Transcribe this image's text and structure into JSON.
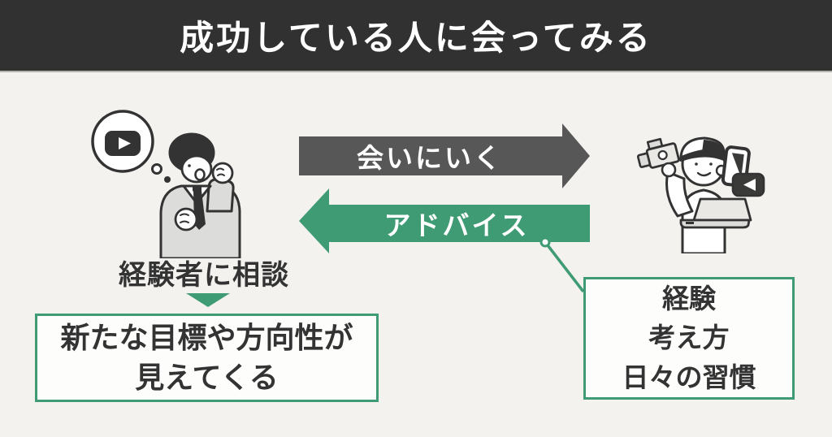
{
  "header": {
    "title": "成功している人に会ってみる"
  },
  "arrows": {
    "go": {
      "label": "会いにいく",
      "direction": "right",
      "color": "#575757"
    },
    "advice": {
      "label": "アドバイス",
      "direction": "left",
      "color": "#3e9b73"
    }
  },
  "left": {
    "caption": "経験者に相談",
    "result_box": {
      "line1": "新たな目標や方向性が",
      "line2": "見えてくる"
    }
  },
  "right": {
    "box": {
      "lines": [
        "経験",
        "考え方",
        "日々の習慣"
      ]
    }
  },
  "icons": {
    "left_illustration": "beginner-thinking-of-youtube",
    "thought_bubble_icon": "youtube-play-icon",
    "right_illustration": "youtuber-with-camera-phone-laptop",
    "right_play_icon": "reversed-play-button-icon"
  },
  "colors": {
    "background": "#f4f2ee",
    "header_bg": "#313131",
    "accent_green": "#3e9b73",
    "arrow_gray": "#575757",
    "text_dark": "#333333",
    "box_bg": "#fdfdfc"
  }
}
